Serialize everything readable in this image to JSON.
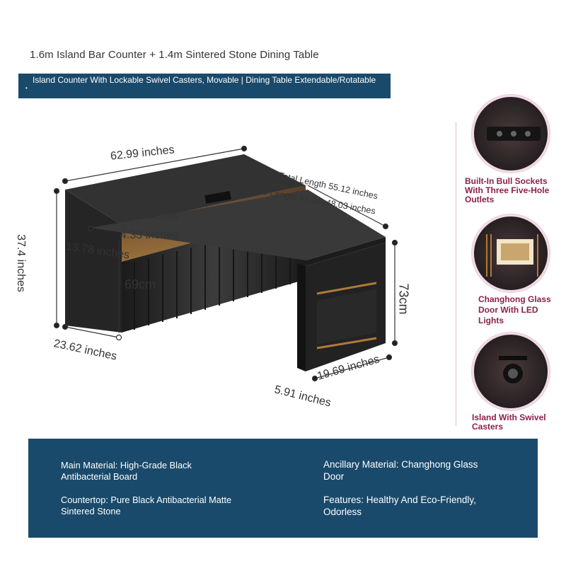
{
  "title": "1.6m Island Bar Counter + 1.4m Sintered Stone Dining Table",
  "banner": {
    "bullet": "•",
    "text": "Island Counter With Lockable Swivel Casters, Movable | Dining Table Extendable/Rotatable"
  },
  "dimensions": {
    "counter_length": "62.99 inches",
    "table_total": "Table Total Length 55.12 inches",
    "usable_length": "Usable Length 41.34~48.03 inches",
    "d_591_top": "5.91 inches",
    "d_433": "4.33 inches",
    "d_378": "13.78 inches",
    "height_374": "37.4 inches",
    "d_69cm": "69cm",
    "d_2362": "23.62 inches",
    "d_73cm": "73cm",
    "d_1969": "19.69 inches",
    "d_591_bottom": "5.91 inches"
  },
  "features": [
    {
      "label": "Built-In Bull Sockets With Three Five-Hole Outlets",
      "icon": "socket-outlet"
    },
    {
      "label": "Changhong Glass Door With LED Lights",
      "icon": "led-glass-door"
    },
    {
      "label": "Island With Swivel Casters",
      "icon": "swivel-caster"
    }
  ],
  "info": {
    "main_material": "Main Material: High-Grade Black Antibacterial Board",
    "ancillary_material": "Ancillary Material: Changhong Glass Door",
    "countertop": "Countertop: Pure Black Antibacterial Matte Sintered Stone",
    "features": "Features: Healthy And Eco-Friendly, Odorless"
  },
  "colors": {
    "banner_bg": "#1a4a6b",
    "feature_label": "#8d2049",
    "furniture": "#2f2e2e",
    "accent_gold": "#b07a3b"
  }
}
